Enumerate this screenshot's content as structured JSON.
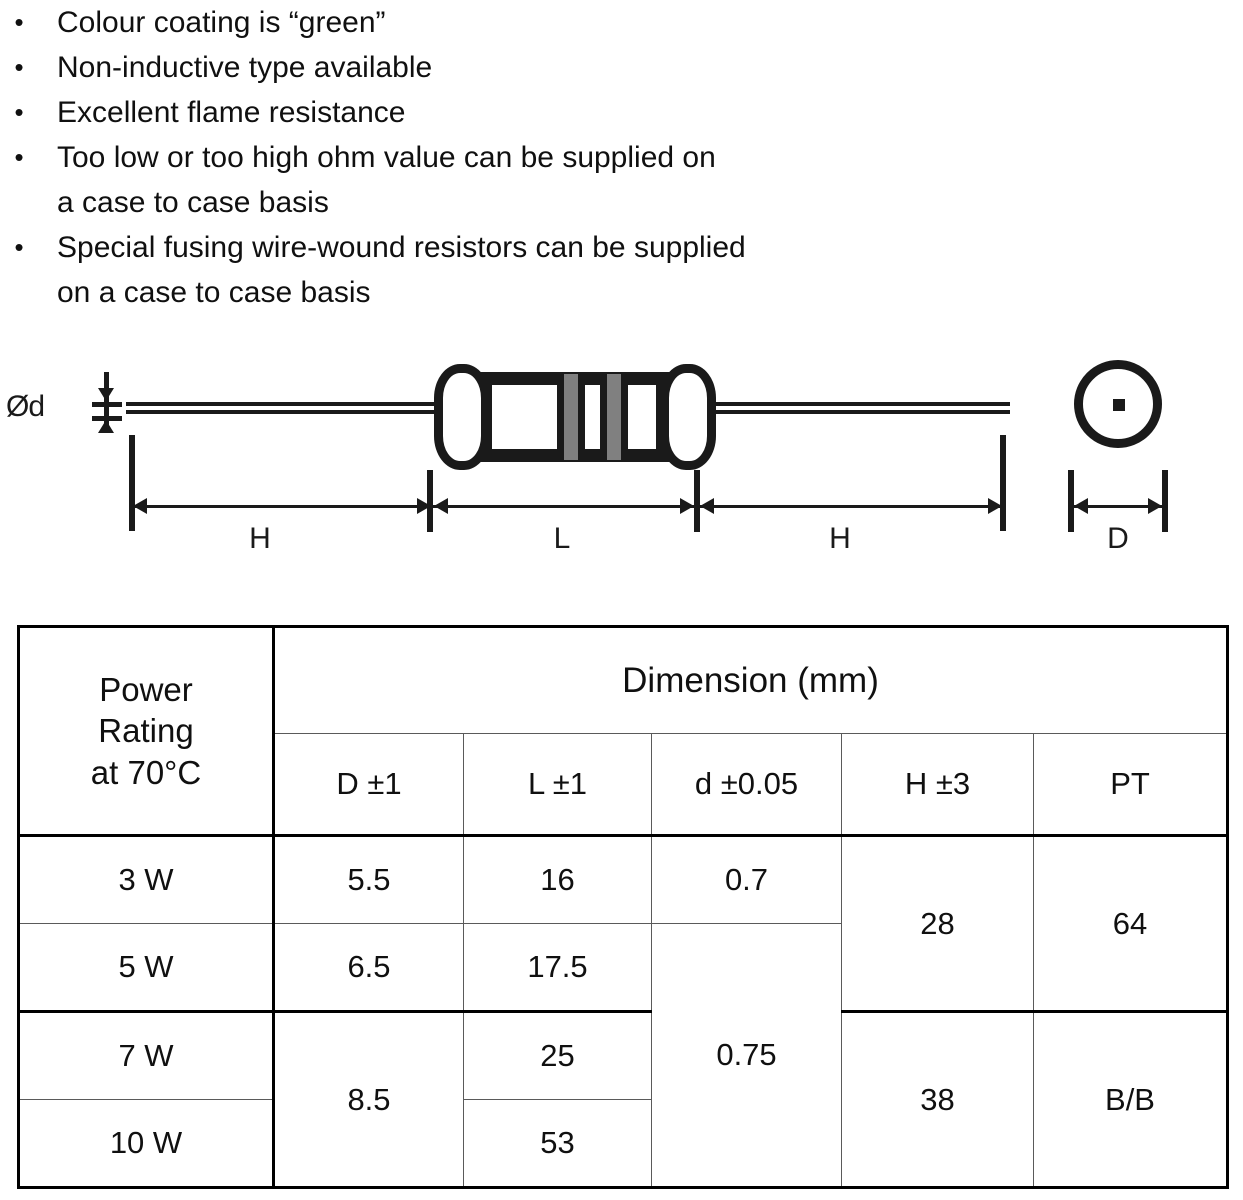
{
  "features": {
    "bullet_glyph": "•",
    "items": [
      {
        "text": "Colour coating is “green”",
        "continuation": false
      },
      {
        "text": "Non-inductive type available",
        "continuation": false
      },
      {
        "text": "Excellent flame resistance",
        "continuation": false
      },
      {
        "text": "Too low or too high ohm value can be supplied on",
        "continuation": false
      },
      {
        "text": "a case to case basis",
        "continuation": true
      },
      {
        "text": "Special fusing wire-wound resistors can be supplied",
        "continuation": false
      },
      {
        "text": "on a case to case basis",
        "continuation": true
      }
    ]
  },
  "drawing": {
    "wire_diameter_label": "Ød",
    "left_lead_label": "H",
    "body_label": "L",
    "right_lead_label": "H",
    "end_view_label": "D",
    "band_color": "#808080",
    "line_color": "#1a1a1a",
    "body_color": "#ffffff"
  },
  "table": {
    "header": {
      "power_rating": "Power\nRating\nat 70°C",
      "power_rating_line1": "Power",
      "power_rating_line2": "Rating",
      "power_rating_line3": "at 70°C",
      "dimension_group": "Dimension (mm)",
      "columns": [
        "D ±1",
        "L ±1",
        "d ±0.05",
        "H ±3",
        "PT"
      ]
    },
    "rows": [
      {
        "power": "3 W",
        "D": "5.5",
        "L": "16",
        "d": "0.7",
        "H": "28",
        "PT": "64"
      },
      {
        "power": "5 W",
        "D": "6.5",
        "L": "17.5",
        "d": "0.75",
        "H": "28",
        "PT": "64"
      },
      {
        "power": "7 W",
        "D": "8.5",
        "L": "25",
        "d": "0.75",
        "H": "38",
        "PT": "B/B"
      },
      {
        "power": "10 W",
        "D": "8.5",
        "L": "53",
        "d": "0.75",
        "H": "38",
        "PT": "B/B"
      }
    ],
    "merged_values": {
      "D_rows_3_4": "8.5",
      "d_rows_2_3_4": "0.75",
      "H_rows_1_2": "28",
      "PT_rows_1_2": "64",
      "H_rows_3_4": "38",
      "PT_rows_3_4": "B/B"
    }
  }
}
